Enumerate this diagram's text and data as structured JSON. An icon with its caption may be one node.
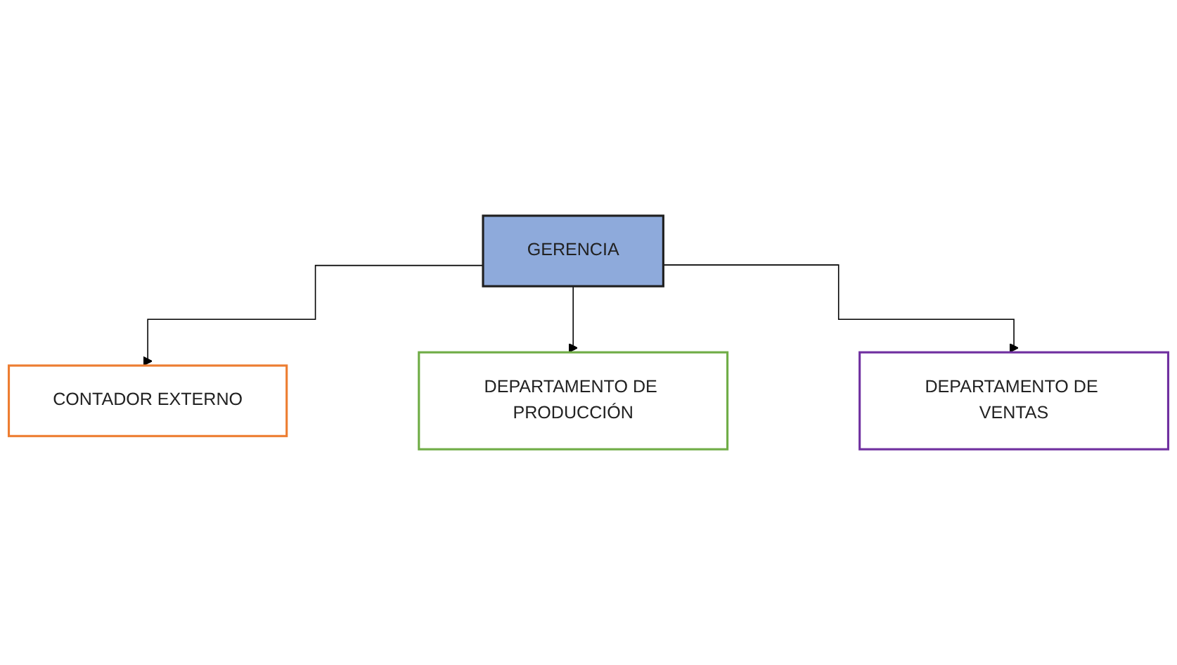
{
  "diagram": {
    "nodes": [
      {
        "text": [
          "GERENCIA"
        ]
      },
      {
        "text": [
          "CONTADOR EXTERNO"
        ]
      },
      {
        "text": [
          "DEPARTAMENTO DE PRODUCCIÓN"
        ]
      },
      {
        "text": [
          "DEPARTAMENTO DE VENTAS"
        ]
      }
    ],
    "edges": [
      {
        "from": 0,
        "to": 1,
        "arrow": "to"
      },
      {
        "from": 0,
        "to": 2,
        "arrow": "to"
      },
      {
        "from": 0,
        "to": 3,
        "arrow": "to"
      }
    ]
  }
}
